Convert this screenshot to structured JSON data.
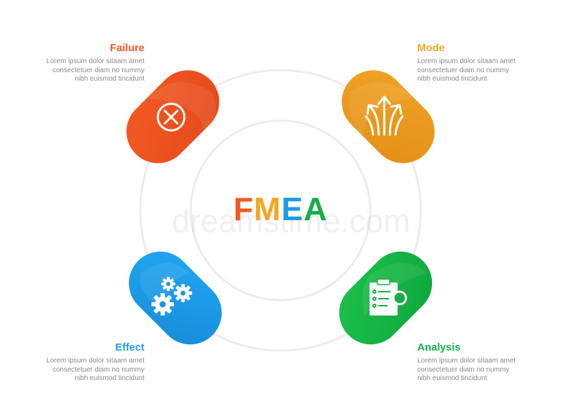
{
  "center": {
    "letters": [
      "F",
      "M",
      "E",
      "A"
    ],
    "colors": [
      "#f05a23",
      "#f5a623",
      "#1e9be9",
      "#12b04a"
    ]
  },
  "watermark": "dreamstime.com",
  "sections": {
    "failure": {
      "title": "Failure",
      "color": "#f05a23",
      "icon": "close-x-icon",
      "body": [
        "Lorem ipsum dolor sitaam amet",
        "consectetuer diam no nummy",
        "nibh euismod tincidunt"
      ]
    },
    "mode": {
      "title": "Mode",
      "color": "#f5a623",
      "icon": "split-arrows-icon",
      "body": [
        "Lorem ipsum dolor sitaam amet",
        "consectetuer diam no nummy",
        "nibh euismod tincidunt"
      ]
    },
    "effect": {
      "title": "Effect",
      "color": "#1e9be9",
      "icon": "gears-icon",
      "body": [
        "Lorem ipsum dolor sitaam amet",
        "consectetuer diam no nummy",
        "nibh euismod tincidunt"
      ]
    },
    "analysis": {
      "title": "Analysis",
      "color": "#12b04a",
      "icon": "clipboard-magnifier-icon",
      "body": [
        "Lorem ipsum dolor sitaam amet",
        "consectetuer diam no nummy",
        "nibh euismod tincidunt"
      ]
    }
  }
}
